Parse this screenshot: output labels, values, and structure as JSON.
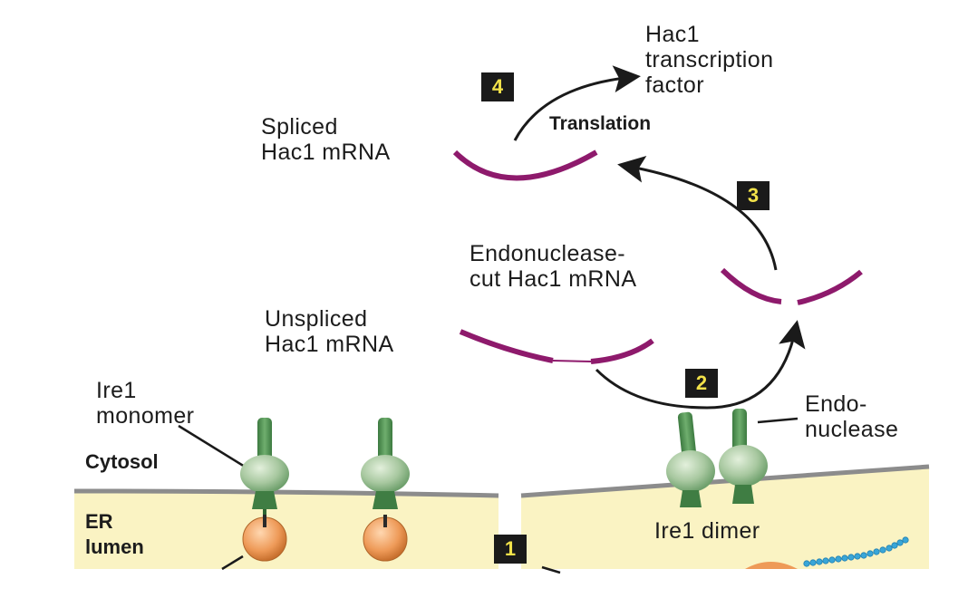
{
  "labels": {
    "hac1_tf": "Hac1\ntranscription\nfactor",
    "translation": "Translation",
    "spliced": "Spliced\nHac1 mRNA",
    "endo_cut": "Endonuclease-\ncut Hac1 mRNA",
    "unspliced": "Unspliced\nHac1 mRNA",
    "ire1_monomer": "Ire1\nmonomer",
    "endonuclease": "Endo-\nnuclease",
    "cytosol": "Cytosol",
    "er_lumen": "ER\nlumen",
    "ire1_dimer": "Ire1 dimer"
  },
  "steps": {
    "s1": "1",
    "s2": "2",
    "s3": "3",
    "s4": "4"
  },
  "colors": {
    "mrna": "#8e1a6c",
    "receptor_green": "#4f8f52",
    "receptor_light": "#a8c8a0",
    "er_lumen": "#faf3c3",
    "membrane": "#8c8c8c",
    "bip_orange": "#ee9a58",
    "step_box": "#1a1a1a",
    "step_text": "#f2e24a",
    "chain_blue": "#39a6d8"
  },
  "icons": [
    "ire1-monomer-icon",
    "ire1-dimer-icon",
    "bip-chaperone-icon",
    "unfolded-protein-chain-icon"
  ]
}
